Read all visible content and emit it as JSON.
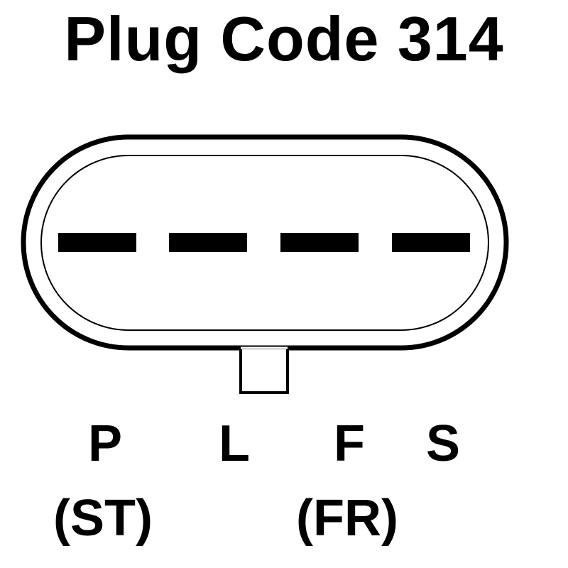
{
  "title": "Plug Code 314",
  "pins": [
    {
      "label": "P",
      "sublabel": "(ST)"
    },
    {
      "label": "L",
      "sublabel": ""
    },
    {
      "label": "F",
      "sublabel": "(FR)"
    },
    {
      "label": "S",
      "sublabel": ""
    }
  ],
  "colors": {
    "ink": "#000000",
    "background": "#ffffff"
  }
}
